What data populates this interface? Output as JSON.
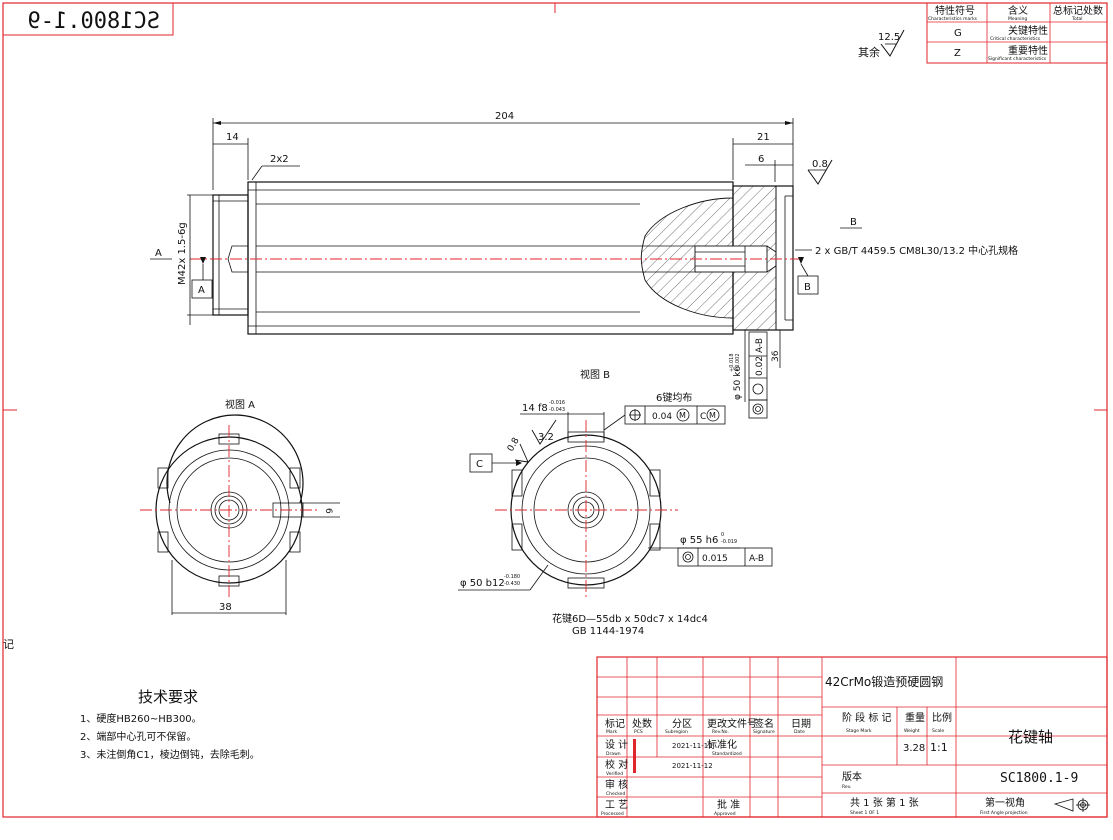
{
  "drawing": {
    "mirrored_code": "SC1800.1-9",
    "general_roughness": {
      "label": "其余",
      "value": "12.5"
    },
    "legend": {
      "headers": [
        {
          "zh": "特性符号",
          "en": "Characteristics marks"
        },
        {
          "zh": "含义",
          "en": "Meaning"
        },
        {
          "zh": "总标记处数",
          "en": "Total"
        }
      ],
      "rows": [
        {
          "symbol": "G",
          "zh": "关键特性",
          "en": "Critical characteristics"
        },
        {
          "symbol": "Z",
          "zh": "重要特性",
          "en": "Significant characteristics"
        }
      ]
    },
    "dims": {
      "overall_length": "204",
      "left_step": "14",
      "right_step": "21",
      "chamfer": "2x2",
      "center_depth": "6",
      "roughness_end": "0.8",
      "thread": "M42x 1.5-6g",
      "datum_a": "A",
      "datum_b": "B",
      "datum_c": "C",
      "center_hole_note": "2 x GB/T 4459.5 CM8L30/13.2 中心孔规格",
      "shaft_dia": "φ 50 k6",
      "shaft_dia_tol_up": "+0.018",
      "shaft_dia_tol_low": "+0.002",
      "runout_value": "0.02",
      "runout_ref": "A-B",
      "len_36": "36",
      "view_a_label": "视图 A",
      "view_b_label": "视图 B",
      "key_width": "14 f8",
      "key_width_tol_up": "-0.016",
      "key_width_tol_low": "-0.043",
      "six_keys": "6键均布",
      "pos_tol": "0.04",
      "pos_mod": "M",
      "pos_datum": "C",
      "roughness_spline_1": "3.2",
      "roughness_spline_2": "0.8",
      "outer_dia": "φ 55 h6",
      "outer_dia_tol_up": "0",
      "outer_dia_tol_low": "-0.019",
      "cyl_tol": "0.015",
      "cyl_ref": "A-B",
      "root_dia": "φ 50 b12",
      "root_dia_tol_up": "-0.180",
      "root_dia_tol_low": "-0.430",
      "spline_spec": "花键6D—55db x 50dc7 x 14dc4",
      "spline_std": "GB 1144-1974",
      "view_a_width": "38",
      "view_a_key": "6"
    },
    "side_mark": "记",
    "tech_req": {
      "title": "技术要求",
      "items": [
        "1、硬度HB260~HB300。",
        "2、端部中心孔可不保留。",
        "3、未注倒角C1，棱边倒钝，去除毛刺。"
      ]
    },
    "title_block": {
      "material": "42CrMo锻造预硬圆钢",
      "part_name": "花键轴",
      "drawing_no": "SC1800.1-9",
      "headers": [
        {
          "zh": "标记",
          "en": "Mark"
        },
        {
          "zh": "处数",
          "en": "PCS"
        },
        {
          "zh": "分区",
          "en": "Subregion"
        },
        {
          "zh": "更改文件号",
          "en": "Rev.No."
        },
        {
          "zh": "签名",
          "en": "Signature"
        },
        {
          "zh": "日期",
          "en": "Date"
        }
      ],
      "stage": {
        "zh": "阶 段 标 记",
        "en": "Stage Mark"
      },
      "weight": {
        "zh": "重量",
        "en": "Weight",
        "value": "3.28"
      },
      "scale": {
        "zh": "比例",
        "en": "Scale",
        "value": "1:1"
      },
      "design": {
        "zh": "设 计",
        "en": "Drawn",
        "date": "2021-11-12"
      },
      "standard": {
        "zh": "标准化",
        "en": "Standardized"
      },
      "check": {
        "zh": "校 对",
        "en": "Verified",
        "date": "2021-11-12"
      },
      "review": {
        "zh": "审 核",
        "en": "Checked"
      },
      "process": {
        "zh": "工 艺",
        "en": "Processed"
      },
      "approve": {
        "zh": "批 准",
        "en": "Approved"
      },
      "version": {
        "zh": "版本",
        "en": "Rev."
      },
      "sheets": {
        "zh": "共 1 张   第 1 张",
        "en": "Sheet  1     OF  1"
      },
      "projection": {
        "zh": "第一视角",
        "en": "First Angle projection"
      }
    }
  }
}
